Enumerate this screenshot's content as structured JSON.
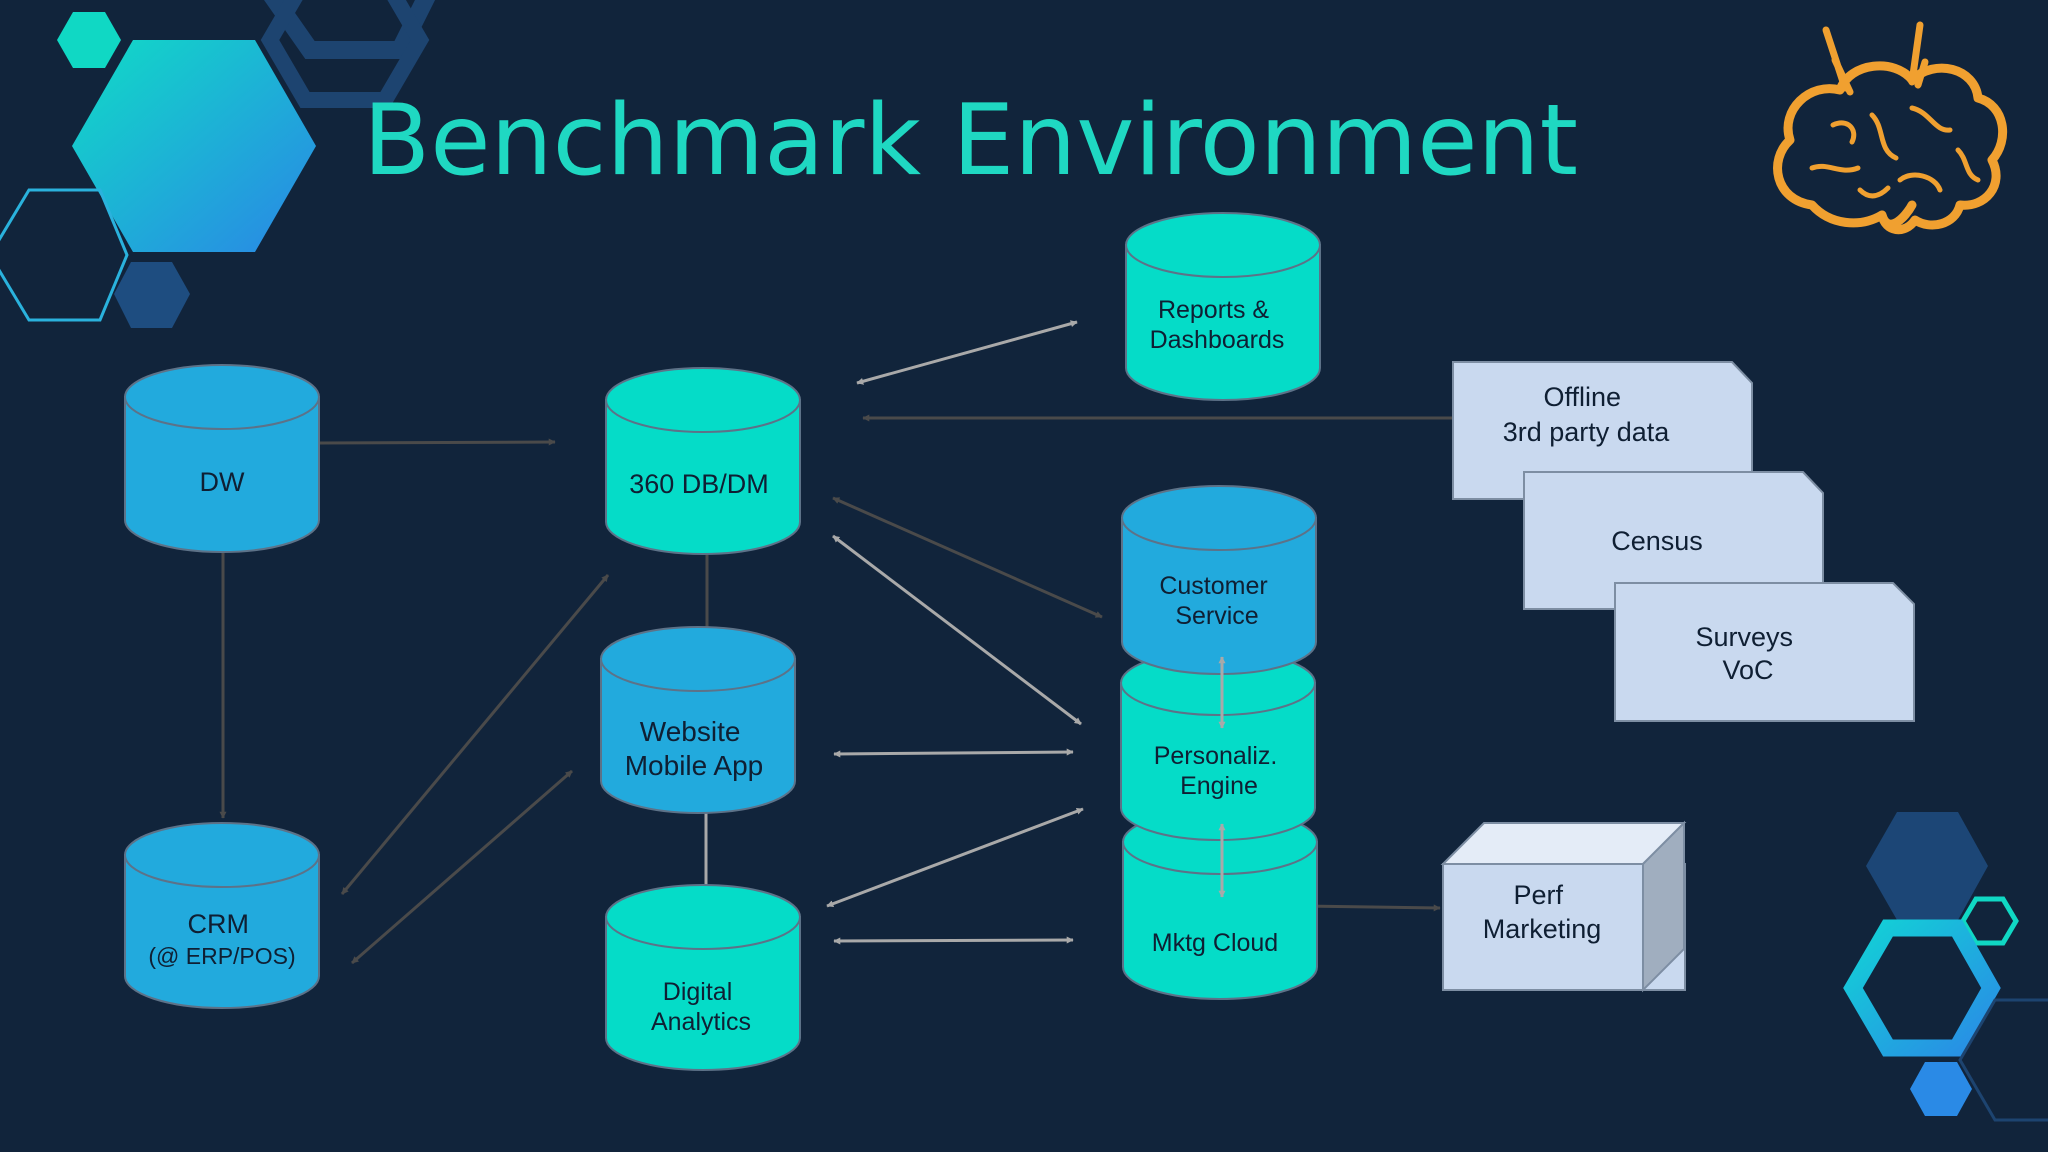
{
  "title": "Benchmark Environment",
  "colors": {
    "background": "#11243b",
    "teal": "#05dcc8",
    "blue": "#22aadd",
    "doc": "#c9d9ef",
    "arrow_dark": "#4a4a4a",
    "arrow_light": "#a9a9a9",
    "title": "#1fd8c2",
    "brain": "#f0a030"
  },
  "logo": {
    "icon": "brain-icon"
  },
  "nodes": {
    "dw": {
      "lines": [
        "DW"
      ]
    },
    "crm": {
      "lines": [
        "CRM",
        "(@ ERP/POS)"
      ]
    },
    "db360": {
      "lines": [
        "360 DB/DM"
      ]
    },
    "website": {
      "lines": [
        "Website",
        "Mobile App"
      ]
    },
    "digital_analytics": {
      "lines": [
        "Digital",
        "Analytics"
      ]
    },
    "reports": {
      "lines": [
        "Reports &",
        "Dashboards"
      ]
    },
    "customer_service": {
      "lines": [
        "Customer",
        "Service"
      ]
    },
    "personalization": {
      "lines": [
        "Personaliz.",
        "Engine"
      ]
    },
    "mktg_cloud": {
      "lines": [
        "Mktg Cloud"
      ]
    },
    "offline": {
      "lines": [
        "Offline",
        "3rd party data"
      ]
    },
    "census": {
      "lines": [
        "Census"
      ]
    },
    "surveys": {
      "lines": [
        "Surveys",
        "VoC"
      ]
    },
    "perf_marketing": {
      "lines": [
        "Perf",
        "Marketing"
      ]
    }
  }
}
